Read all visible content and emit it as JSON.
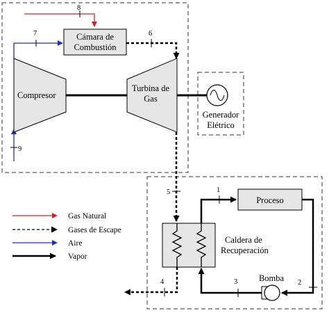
{
  "diagram": {
    "components": {
      "combustion_chamber": [
        "Cámara de",
        "Combustión"
      ],
      "compressor": "Compresor",
      "turbine": [
        "Turbina de",
        "Gas"
      ],
      "generator": [
        "Generador",
        "Elétrico"
      ],
      "process": "Proceso",
      "hrsg": [
        "Caldera de",
        "Recuperación"
      ],
      "pump": "Bomba"
    },
    "state_points": [
      "1",
      "2",
      "3",
      "4",
      "5",
      "6",
      "7",
      "8",
      "9"
    ],
    "legend": [
      {
        "label": "Gas Natural",
        "color": "#d62020",
        "style": "solid"
      },
      {
        "label": "Gases de Escape",
        "color": "#000000",
        "style": "dashed"
      },
      {
        "label": "Aire",
        "color": "#1a2ecc",
        "style": "solid"
      },
      {
        "label": "Vapor",
        "color": "#000000",
        "style": "bold"
      }
    ],
    "colors": {
      "gas_natural": "#d62020",
      "aire": "#1a2ecc",
      "component_fill": "#e6e6e6",
      "line": "#000000"
    }
  }
}
